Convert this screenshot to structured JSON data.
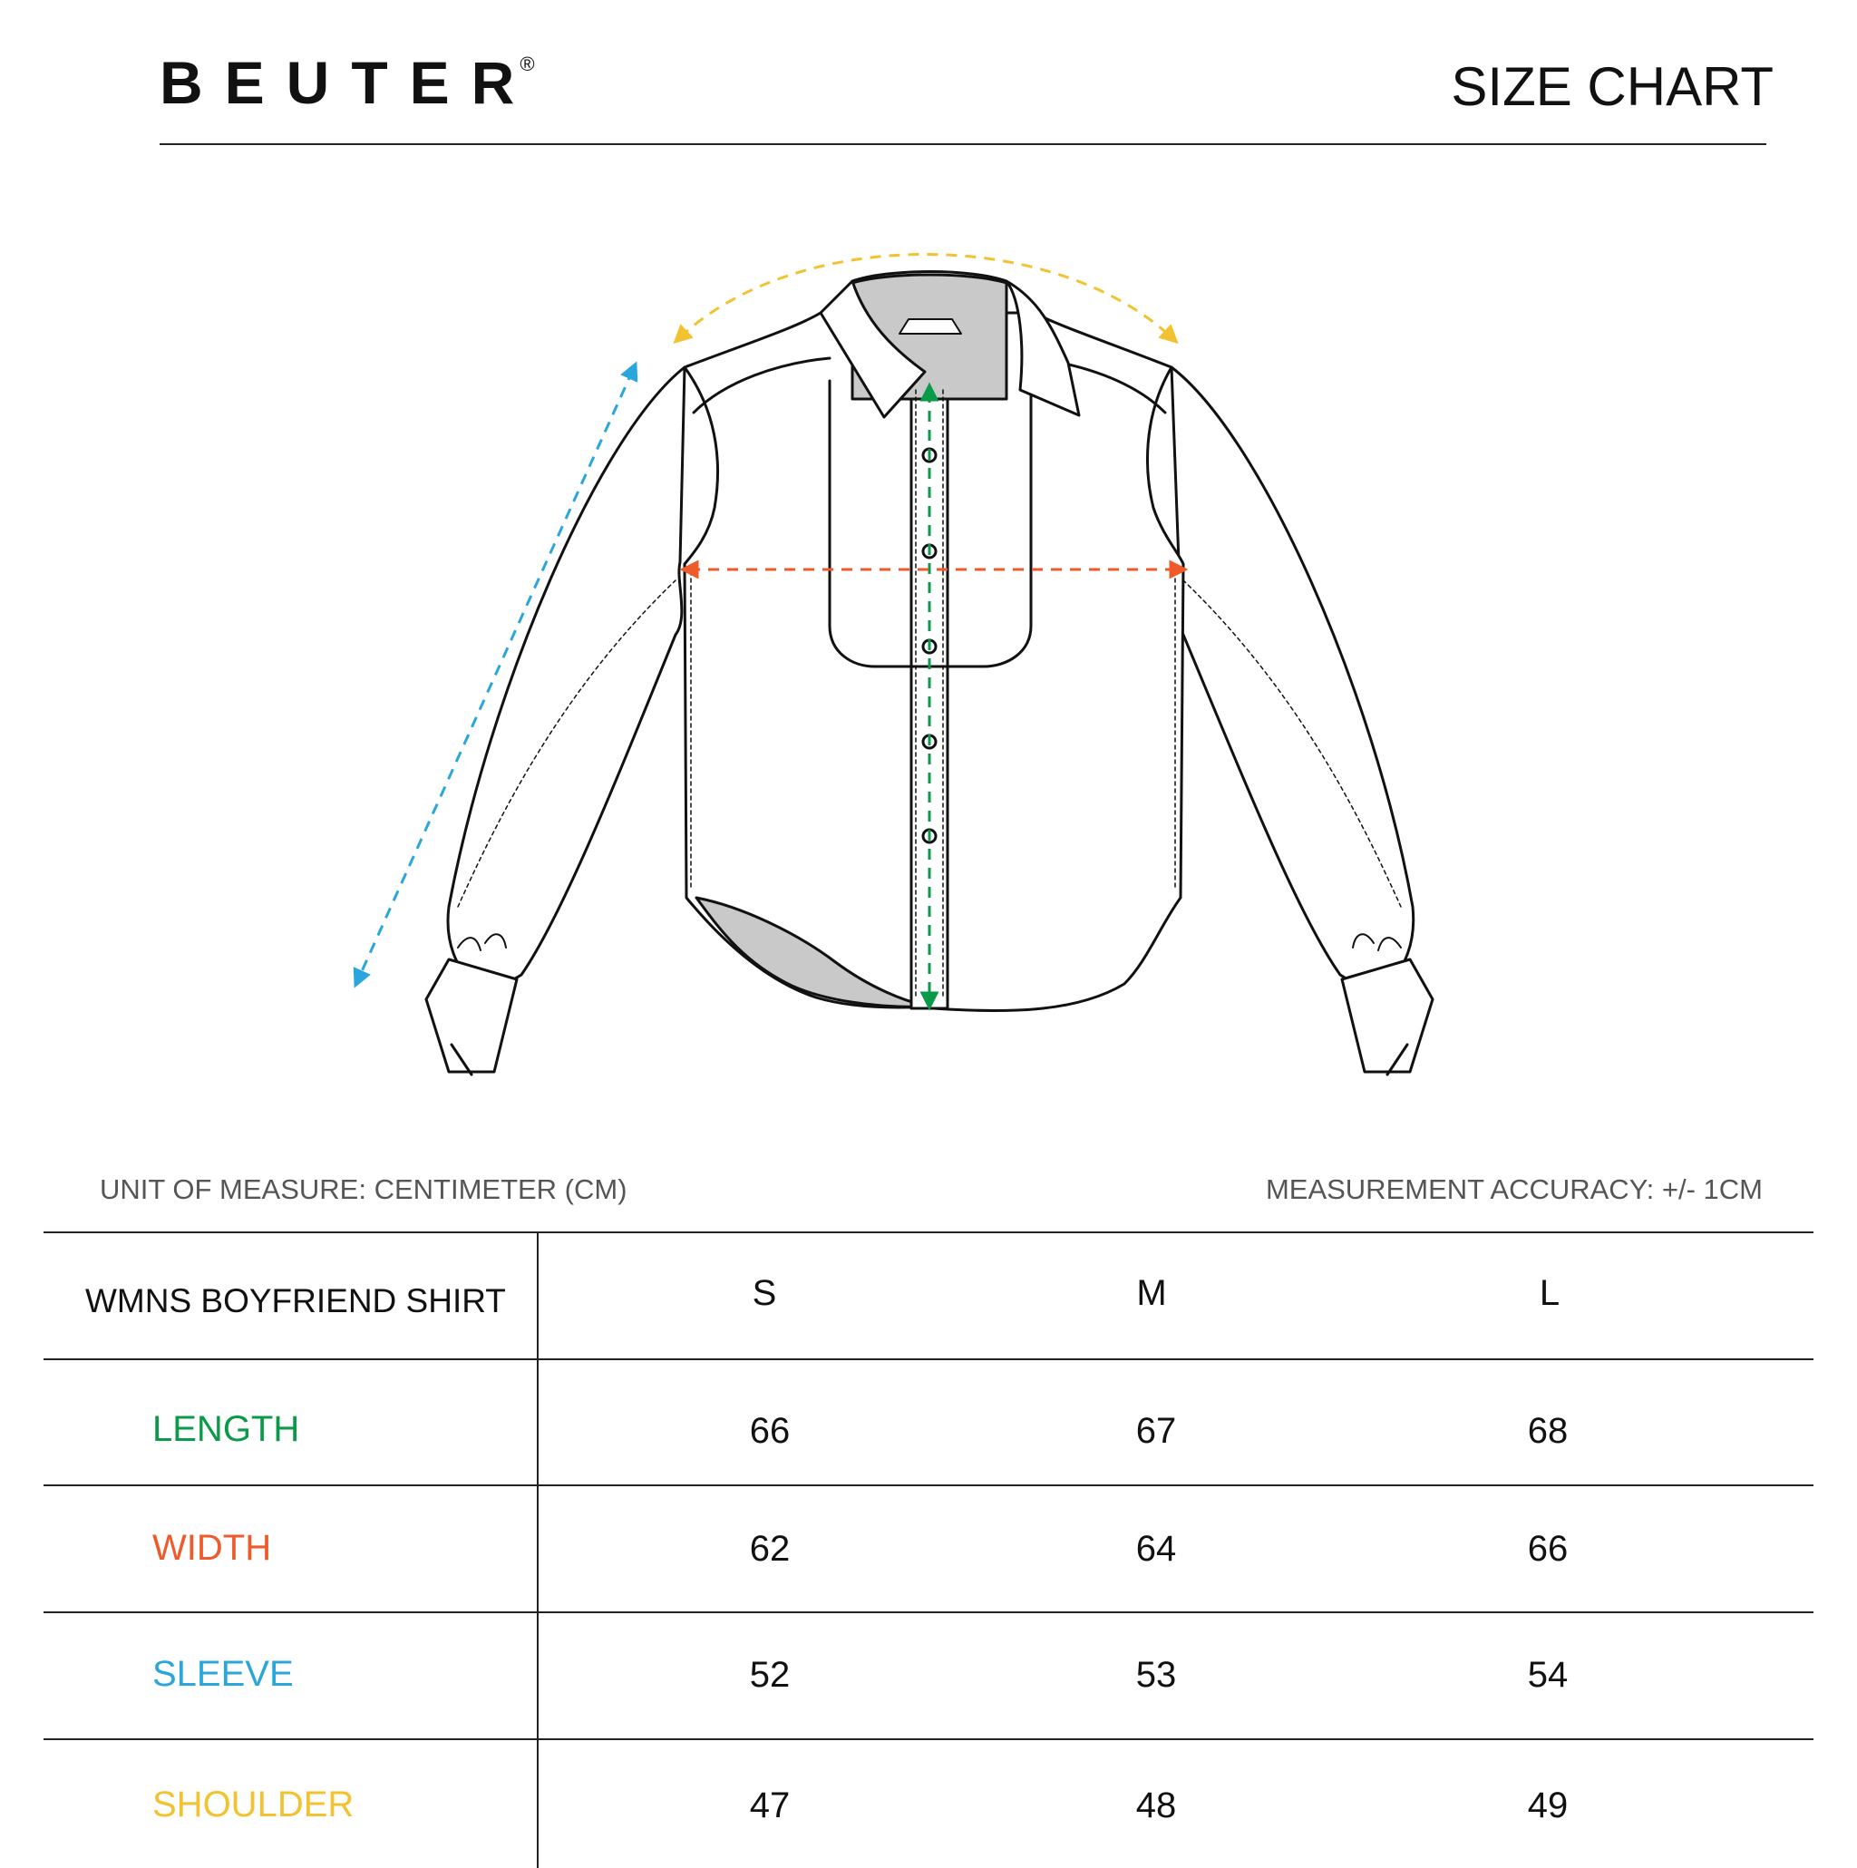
{
  "brand": {
    "name": "BEUTER",
    "mark": "®"
  },
  "title": "SIZE CHART",
  "notes": {
    "unit": "UNIT OF MEASURE: CENTIMETER (CM)",
    "accuracy": "MEASUREMENT ACCURACY: +/- 1CM"
  },
  "table": {
    "product": "WMNS BOYFRIEND SHIRT",
    "sizes": [
      "S",
      "M",
      "L"
    ],
    "rows": [
      {
        "label": "LENGTH",
        "color": "#0a9a48",
        "values": [
          "66",
          "67",
          "68"
        ]
      },
      {
        "label": "WIDTH",
        "color": "#ee5a2a",
        "values": [
          "62",
          "64",
          "66"
        ]
      },
      {
        "label": "SLEEVE",
        "color": "#2aa6dc",
        "values": [
          "52",
          "53",
          "54"
        ]
      },
      {
        "label": "SHOULDER",
        "color": "#f2c230",
        "values": [
          "47",
          "48",
          "49"
        ]
      }
    ]
  },
  "diagram": {
    "garment": "shirt-flat-sketch",
    "arrow_colors": {
      "length": "#0a9a48",
      "width": "#ee5a2a",
      "sleeve": "#2aa6dc",
      "shoulder": "#f2c230"
    }
  }
}
